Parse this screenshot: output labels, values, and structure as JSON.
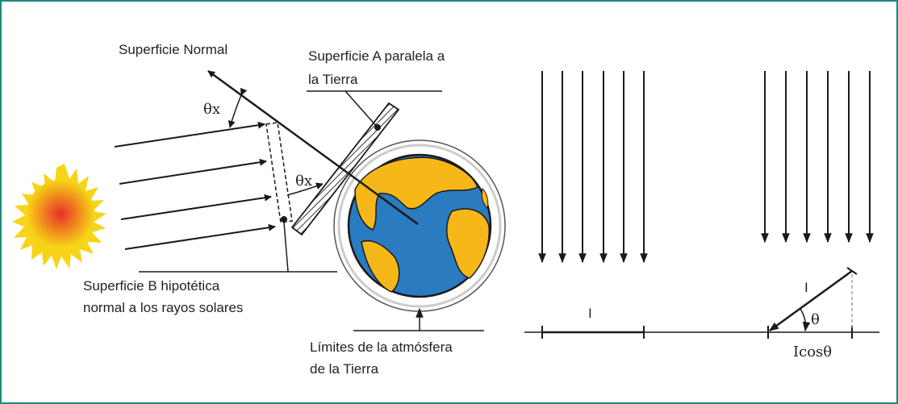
{
  "colors": {
    "frame": "#1a8a7a",
    "ocean": "#2a7bbf",
    "land": "#f5b818",
    "sun_core": "#e8302a",
    "sun_rays": "#f7d417",
    "ink": "#1a1a1a"
  },
  "left_diagram": {
    "normal_surface": "Superficie Normal",
    "surface_a_line1": "Superficie A paralela a",
    "surface_a_line2": "la Tierra",
    "angle_top": "θx",
    "angle_mid": "θx",
    "surface_b_line1": "Superficie B hipotética",
    "surface_b_line2": "normal a los rayos solares",
    "atmosphere_line1": "Límites de la atmósfera",
    "atmosphere_line2": "de la Tierra"
  },
  "right_diagram": {
    "flux_label_left": "I",
    "flux_label_right": "I",
    "angle": "θ",
    "projection": "Icosθ"
  }
}
